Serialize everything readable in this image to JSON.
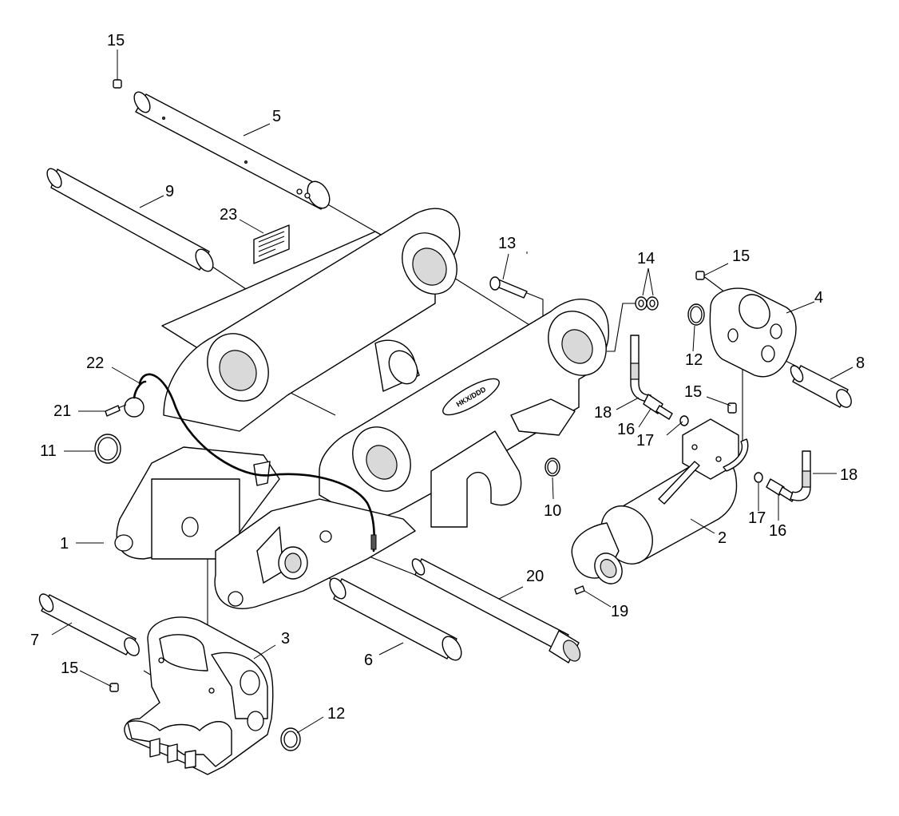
{
  "diagram": {
    "logo_text": "HKX/DDD",
    "callouts": [
      "1",
      "2",
      "3",
      "4",
      "5",
      "6",
      "7",
      "8",
      "9",
      "10",
      "11",
      "12",
      "12",
      "13",
      "14",
      "15",
      "15",
      "15",
      "15",
      "16",
      "16",
      "17",
      "17",
      "18",
      "18",
      "19",
      "20",
      "21",
      "22",
      "23"
    ],
    "colors": {
      "line": "#000000",
      "fill": "#ffffff",
      "shade": "#d9d9d9"
    }
  }
}
